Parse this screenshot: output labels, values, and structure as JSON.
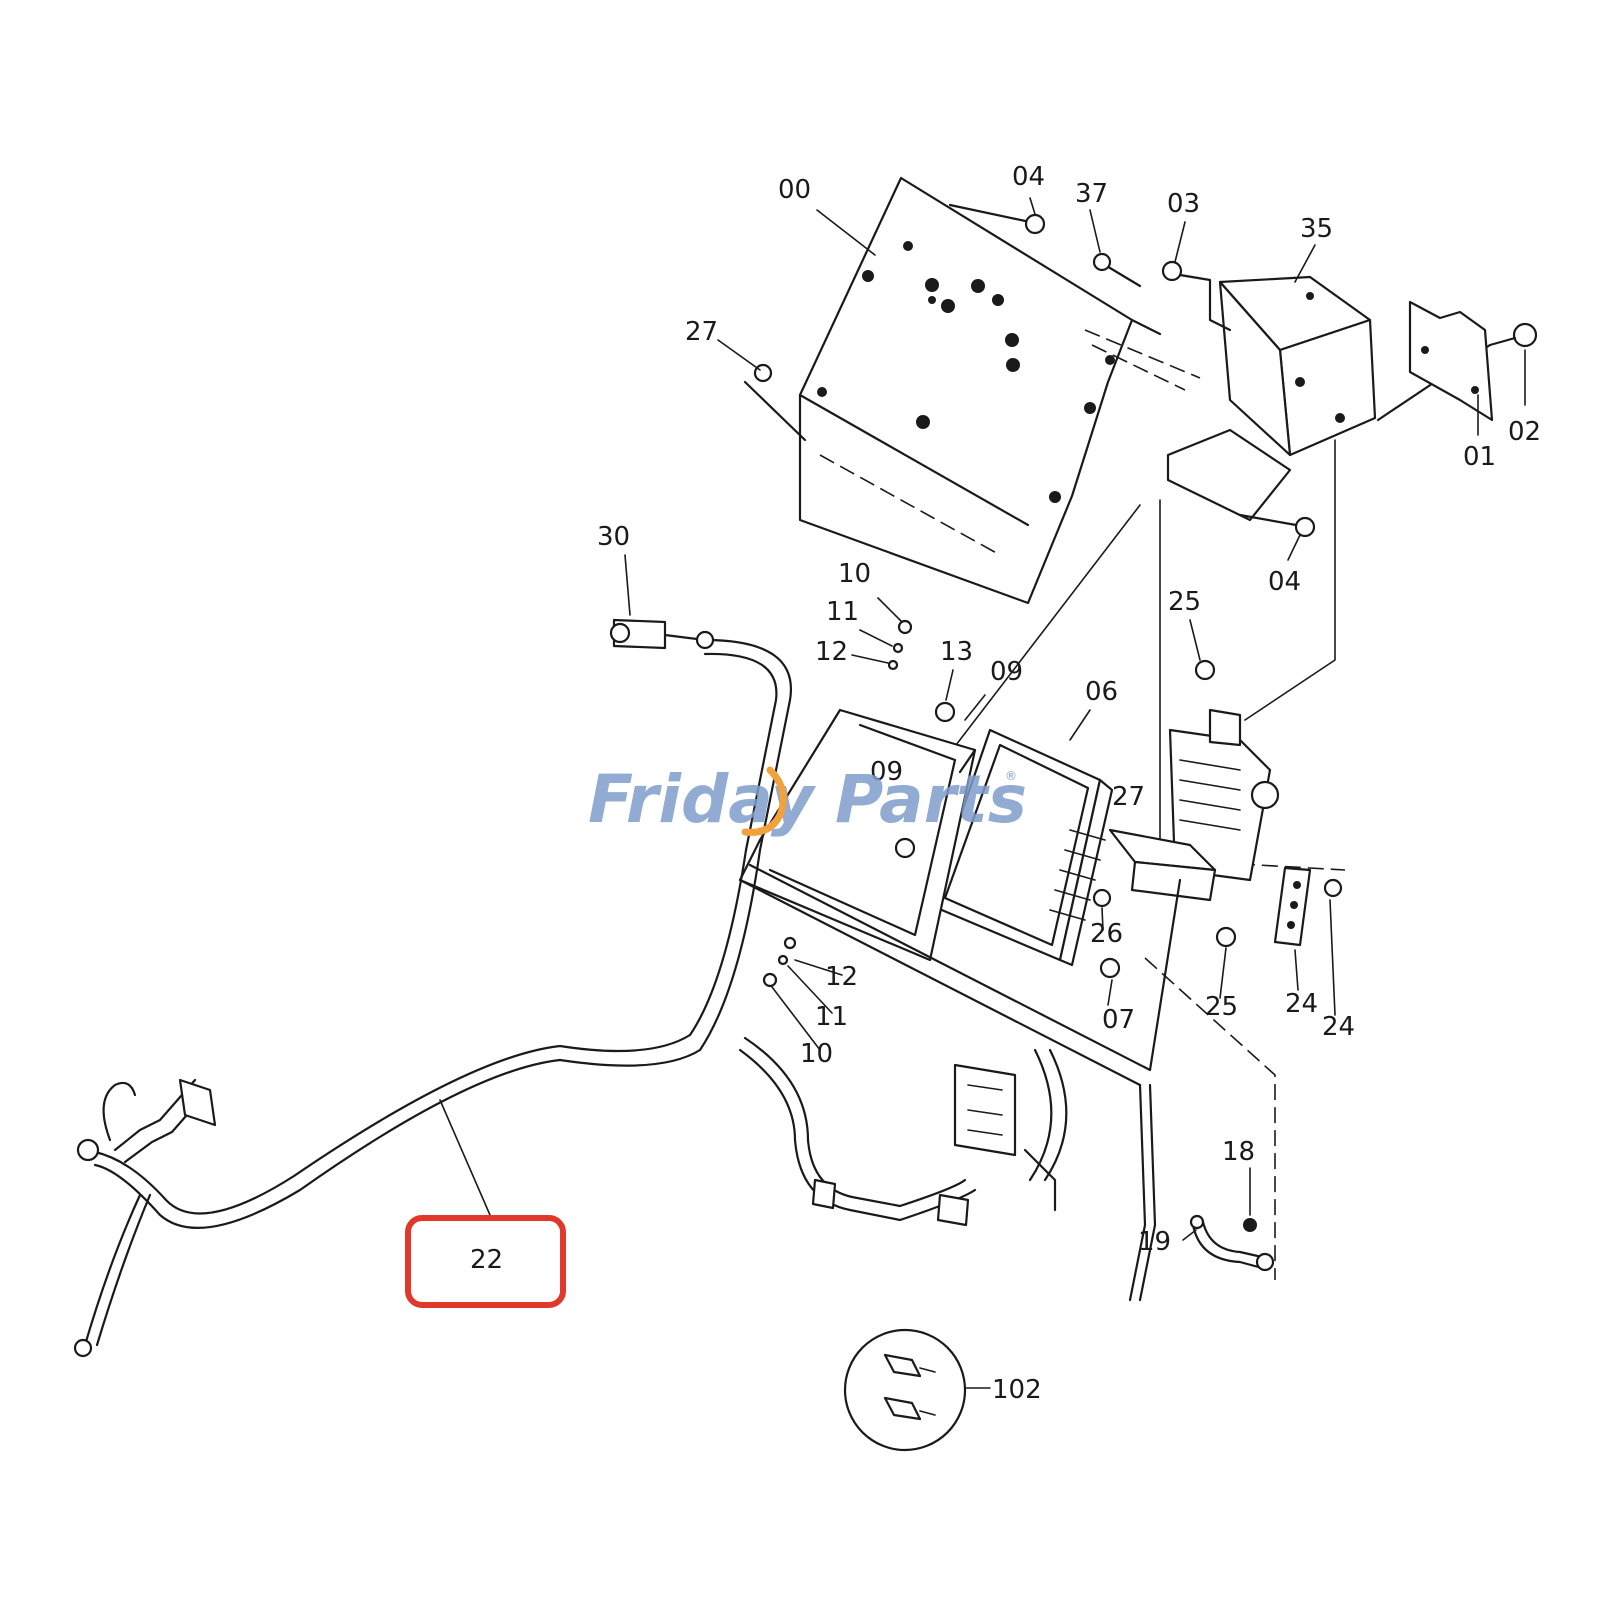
{
  "diagram": {
    "highlight_color": "#e0382a",
    "line_color": "#1a1a1a",
    "highlighted_part": "22",
    "labels": {
      "l00": "00",
      "l04a": "04",
      "l37": "37",
      "l03": "03",
      "l35": "35",
      "l27a": "27",
      "l02": "02",
      "l01": "01",
      "l04b": "04",
      "l30": "30",
      "l10a": "10",
      "l11a": "11",
      "l12a": "12",
      "l13": "13",
      "l09a": "09",
      "l06": "06",
      "l25a": "25",
      "l09b": "09",
      "l27b": "27",
      "l26": "26",
      "l12b": "12",
      "l11b": "11",
      "l10b": "10",
      "l07": "07",
      "l25b": "25",
      "l24a": "24",
      "l24b": "24",
      "l22": "22",
      "l18": "18",
      "l19": "19",
      "l102": "102"
    }
  },
  "watermark": {
    "text_a": "Friday",
    "text_b": "Parts",
    "registered": "®",
    "color": "#7e9dcc",
    "accent_color": "#f2a23c"
  }
}
